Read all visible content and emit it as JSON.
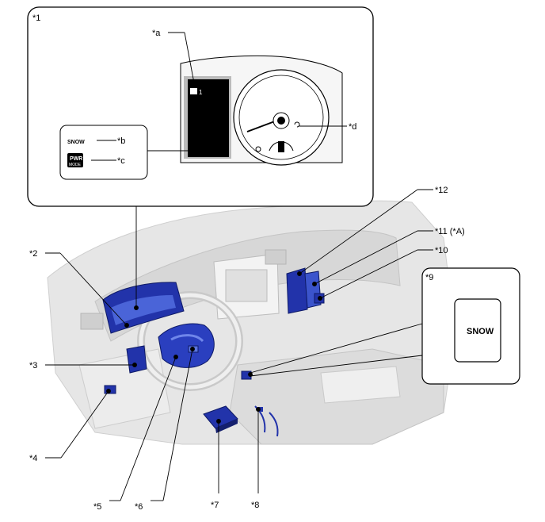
{
  "callouts": {
    "c1": "*1",
    "c2": "*2",
    "c3": "*3",
    "c4": "*4",
    "c5": "*5",
    "c6": "*6",
    "c7": "*7",
    "c8": "*8",
    "c9": "*9",
    "c10": "*10",
    "c11": "*11 (*A)",
    "c12": "*12",
    "ca": "*a",
    "cb": "*b",
    "cc": "*c",
    "cd": "*d"
  },
  "indicators": {
    "snow_label": "SNOW",
    "pwr_label": "PWR",
    "mode_label": "MODE",
    "switch_text": "SNOW",
    "display_digit": "1"
  },
  "colors": {
    "part_blue": "#2233aa",
    "part_blue_light": "#4a64d8",
    "line_black": "#000000",
    "grey_shade": "#d9d9d9"
  }
}
